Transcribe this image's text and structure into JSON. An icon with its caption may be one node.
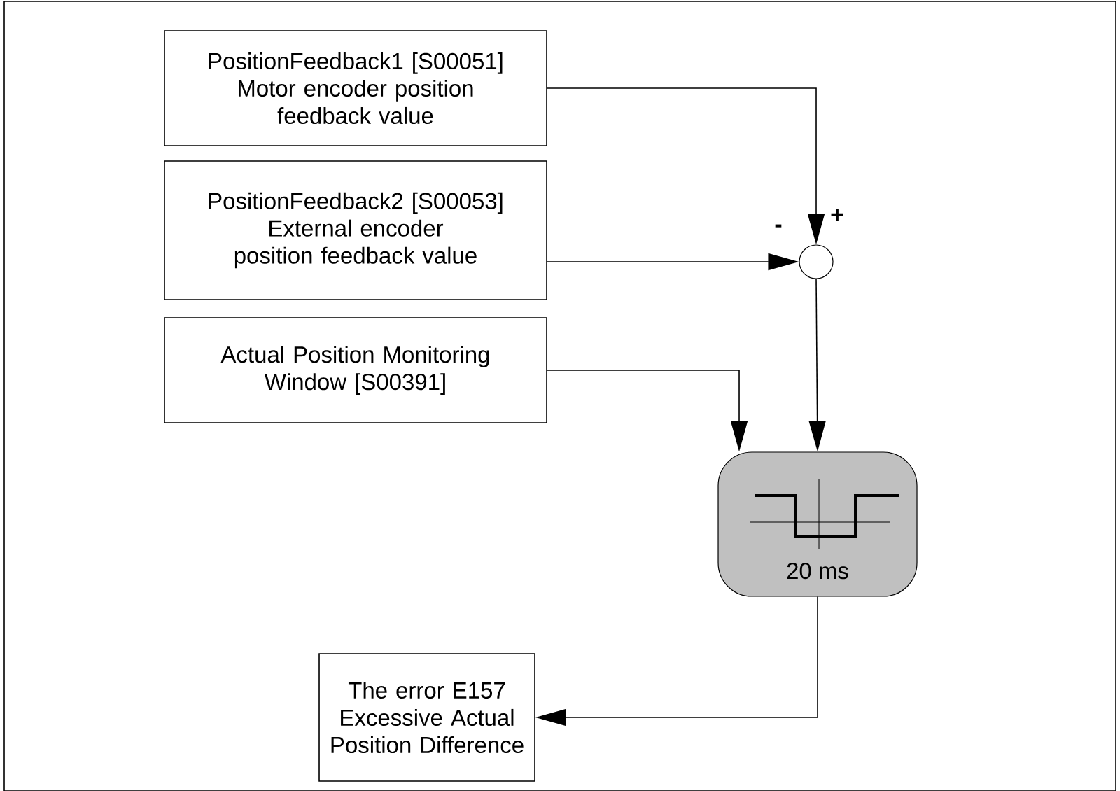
{
  "diagram": {
    "nodes": [
      {
        "text": [
          "PositionFeedback1 [S00051]",
          "Motor encoder position feedback value"
        ]
      },
      {
        "text": [
          "PositionFeedback2 [S00053]",
          "External encoder position feedback value"
        ]
      },
      {
        "text": [],
        "shape": "circle"
      },
      {
        "text": [
          "Actual Position Monitoring Window [S00391]"
        ]
      },
      {
        "text": [
          "20 ms"
        ]
      },
      {
        "text": [
          "The error E157 Excessive Actual Position Difference"
        ]
      }
    ],
    "edges": [
      {
        "from": 0,
        "to": 2,
        "arrow": "to"
      },
      {
        "from": 1,
        "to": 2,
        "arrow": "to"
      },
      {
        "from": 2,
        "to": 4,
        "arrow": "to"
      },
      {
        "from": 3,
        "to": 4,
        "arrow": "to"
      },
      {
        "from": 4,
        "to": 5,
        "arrow": "to"
      }
    ],
    "labels": [
      "-",
      "+"
    ]
  }
}
